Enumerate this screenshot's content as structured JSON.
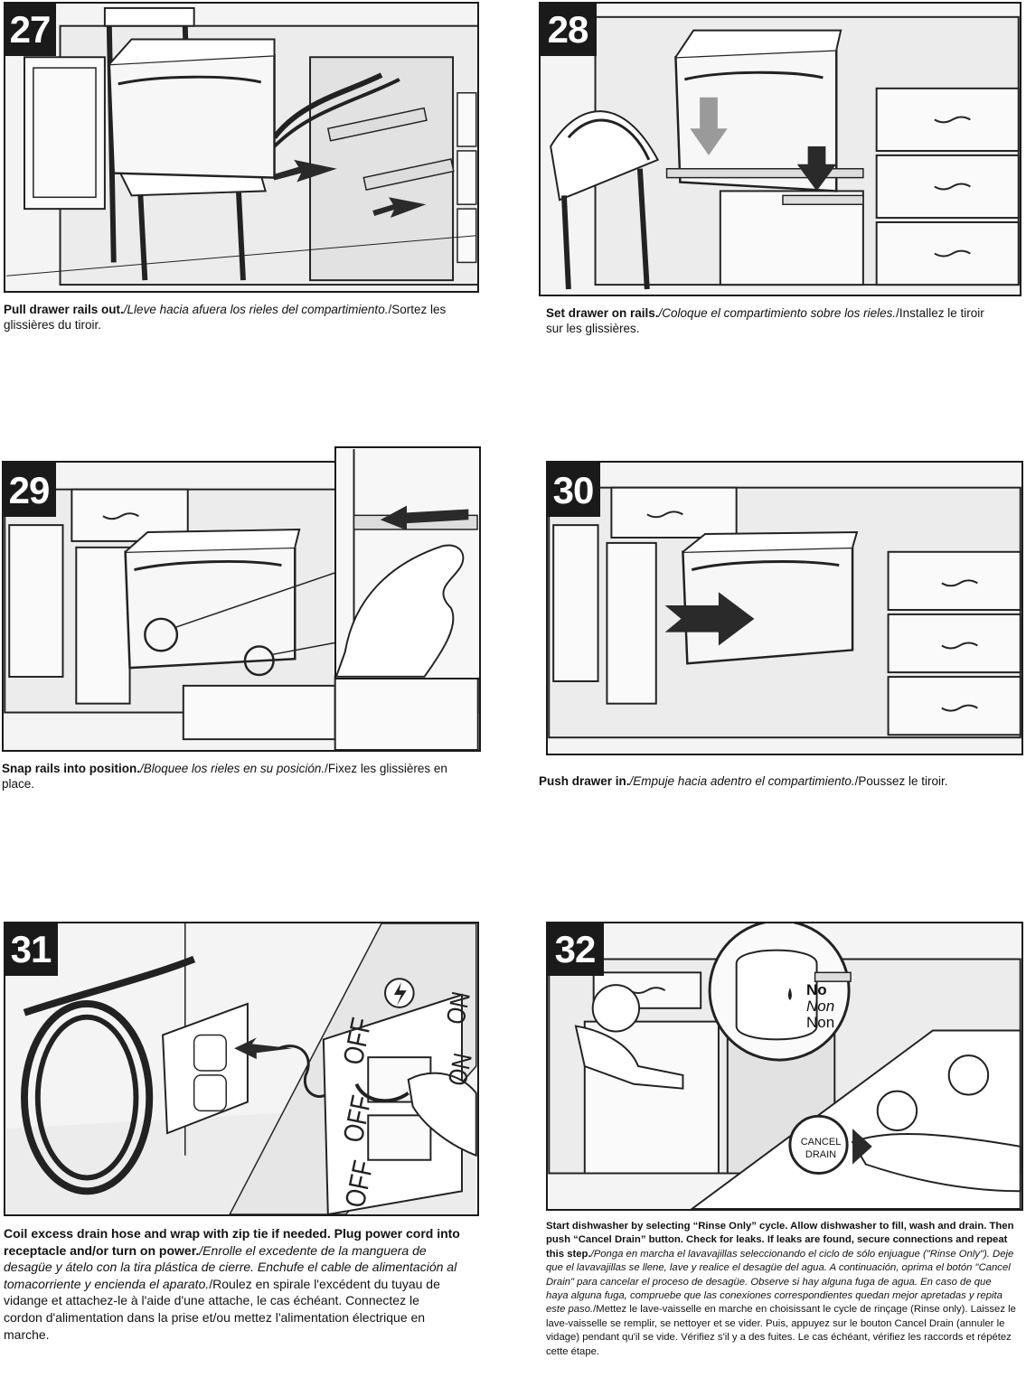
{
  "steps": [
    {
      "number": "27",
      "caption": {
        "en": "Pull drawer rails out.",
        "es": "/Lleve hacia afuera los rieles del compartimiento.",
        "fr": "/Sortez les glissières du tiroir."
      }
    },
    {
      "number": "28",
      "caption": {
        "en": "Set drawer on rails.",
        "es": "/Coloque el compartimiento sobre los rieles.",
        "fr": "/Installez le tiroir sur les glissières."
      }
    },
    {
      "number": "29",
      "caption": {
        "en": "Snap rails into position.",
        "es": "/Bloquee los rieles en su  posición.",
        "fr": "/Fixez les glissières en place."
      }
    },
    {
      "number": "30",
      "caption": {
        "en": "Push drawer in.",
        "es": "/Empuje hacia adentro el compartimiento.",
        "fr": "/Poussez le tiroir."
      }
    },
    {
      "number": "31",
      "caption": {
        "en": "Coil excess drain hose and wrap with zip tie if needed. Plug power cord into receptacle and/or turn on power.",
        "es": "/Enrolle el excedente de la manguera de desagüe y átelo con la tira plástica de cierre. Enchufe el cable de alimentación al tomacorriente y encienda el aparato.",
        "fr": "/Roulez en spirale l'excédent du tuyau de vidange et attachez-le à l'aide d'une attache, le cas échéant.  Connectez le cordon d'alimentation dans la prise et/ou mettez l'alimentation électrique en marche."
      },
      "switch_labels": [
        "OFF",
        "OFF",
        "OFF",
        "ON",
        "ON"
      ]
    },
    {
      "number": "32",
      "caption": {
        "en": "Start dishwasher by selecting “Rinse Only” cycle. Allow dishwasher to fill, wash and drain. Then push “Cancel Drain” button. Check for leaks. If leaks are found, secure connections and repeat this step.",
        "es": "/Ponga en marcha el lavavajillas seleccionando el ciclo de sólo enjuague (\"Rinse Only\"). Deje que el lavavajillas se llene, lave y realice el desagüe del agua. A continuación, oprima el botón \"Cancel Drain\" para cancelar el proceso de desagüe. Observe si hay alguna fuga de agua. En caso de que haya alguna fuga, compruebe que las conexiones correspondientes quedan mejor apretadas y repita este paso.",
        "fr": "/Mettez le lave-vaisselle en marche en choisissant le cycle de rinçage (Rinse only). Laissez le lave-vaisselle se remplir, se nettoyer et se vider. Puis, appuyez sur le bouton Cancel Drain (annuler le vidage) pendant qu'il se vide. Vérifiez s'il y a des fuites. Le cas échéant, vérifiez les raccords et répétez cette étape."
      },
      "leak_labels": [
        "No",
        "Non",
        "Non"
      ],
      "button_label_line1": "CANCEL",
      "button_label_line2": "DRAIN"
    }
  ],
  "colors": {
    "ink": "#1a1a1a",
    "paper": "#ffffff",
    "shade": "#f3f3f3",
    "arrow": "#2a2a2a",
    "arrow_gray": "#9a9a9a"
  }
}
